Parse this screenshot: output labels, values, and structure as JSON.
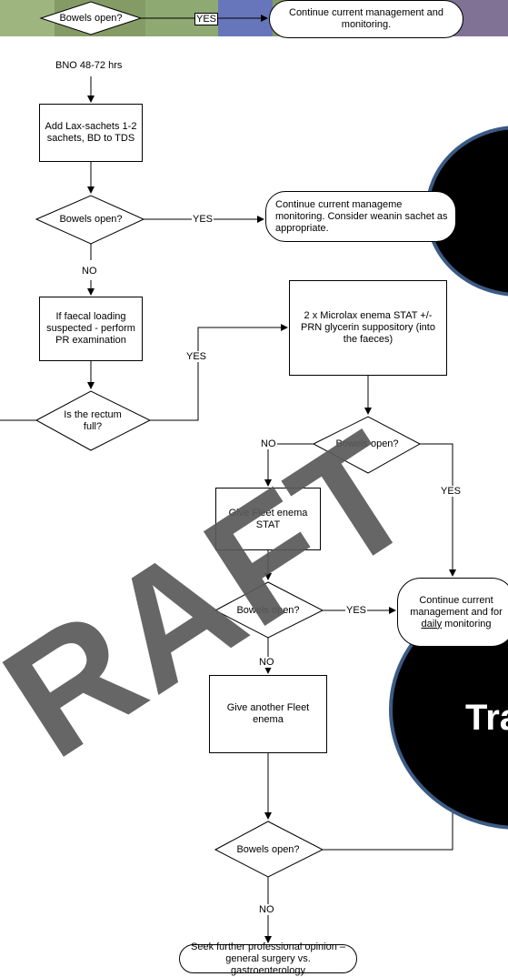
{
  "nodes": {
    "bowels_open_top": "Bowels open?",
    "continue_top": "Continue current management and monitoring.",
    "bno": "BNO 48-72 hrs",
    "add_lax": "Add Lax-sachets 1-2 sachets, BD to TDS",
    "bowels_open_2": "Bowels open?",
    "continue_wean": "Continue current manageme monitoring. Consider weanin sachet as appropriate.",
    "faecal_loading": "If faecal loading suspected - perform PR examination",
    "rectum_full": "Is the rectum full?",
    "microlax": "2 x Microlax enema STAT +/- PRN glycerin suppository (into the faeces)",
    "bowels_open_3": "Bowels open?",
    "fleet_stat": "Give Fleet enema STAT",
    "bowels_open_4": "Bowels open?",
    "continue_daily_1": "Continue current management and for",
    "continue_daily_underlined": "daily",
    "continue_daily_2": "monitoring",
    "another_fleet": "Give another Fleet enema",
    "bowels_open_5": "Bowels open?",
    "seek_opinion": "Seek further professional opinion – general surgery vs. gastroenterology"
  },
  "edge_labels": {
    "yes_top": "YES",
    "yes_2": "YES",
    "no_2": "NO",
    "yes_rectum": "YES",
    "no_3": "NO",
    "yes_3": "YES",
    "yes_4": "YES",
    "no_4": "NO",
    "no_5": "NO"
  },
  "watermark": {
    "text": "RAFT",
    "color": "#5a5a5a"
  },
  "overlay": {
    "text": "Tra",
    "fill": "#000000",
    "ring": "#3b5a85"
  }
}
